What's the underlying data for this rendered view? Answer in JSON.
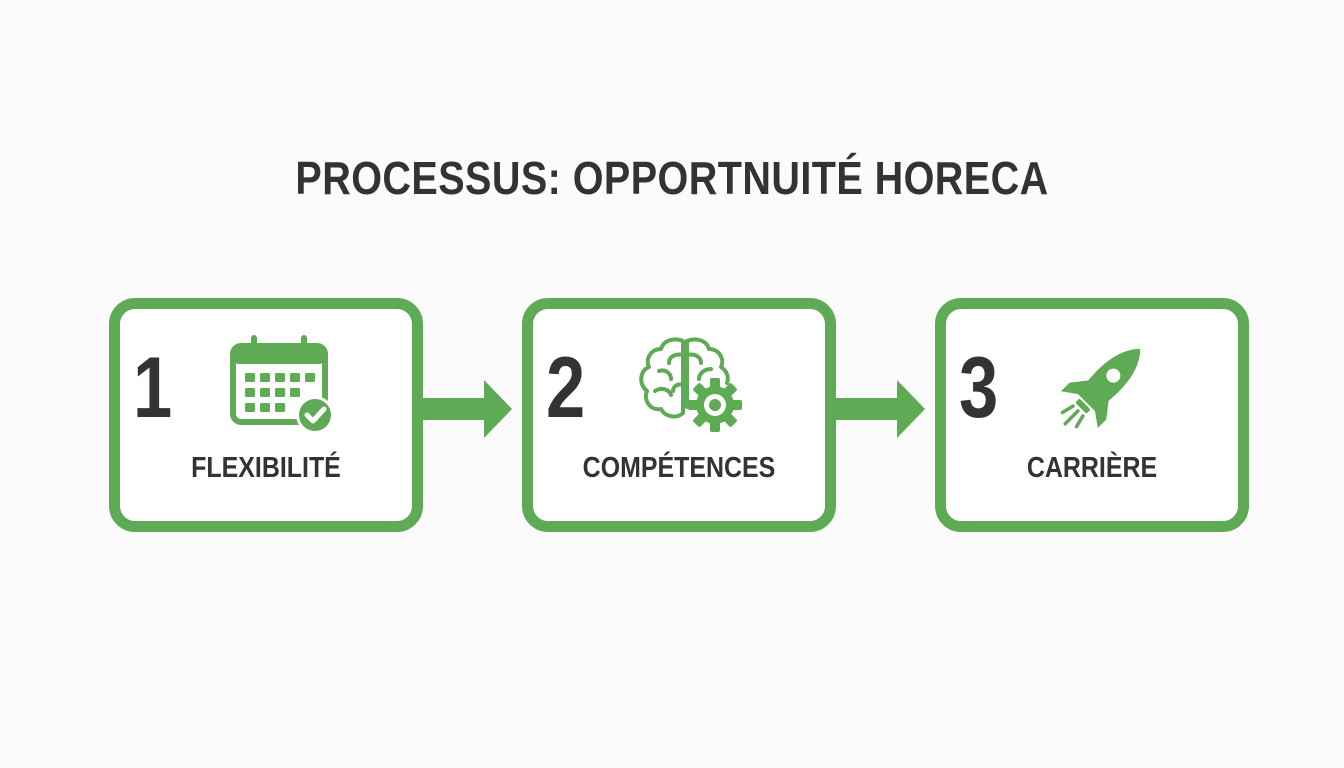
{
  "title": "PROCESSUS: OPPORTNUITÉ HORECA",
  "colors": {
    "accent": "#5faa55",
    "text": "#333333",
    "background": "#fafbfa"
  },
  "steps": [
    {
      "number": "1",
      "label": "FLEXIBILITÉ",
      "icon": "calendar-check-icon"
    },
    {
      "number": "2",
      "label": "COMPÉTENCES",
      "icon": "brain-gear-icon"
    },
    {
      "number": "3",
      "label": "CARRIÈRE",
      "icon": "rocket-icon"
    }
  ]
}
